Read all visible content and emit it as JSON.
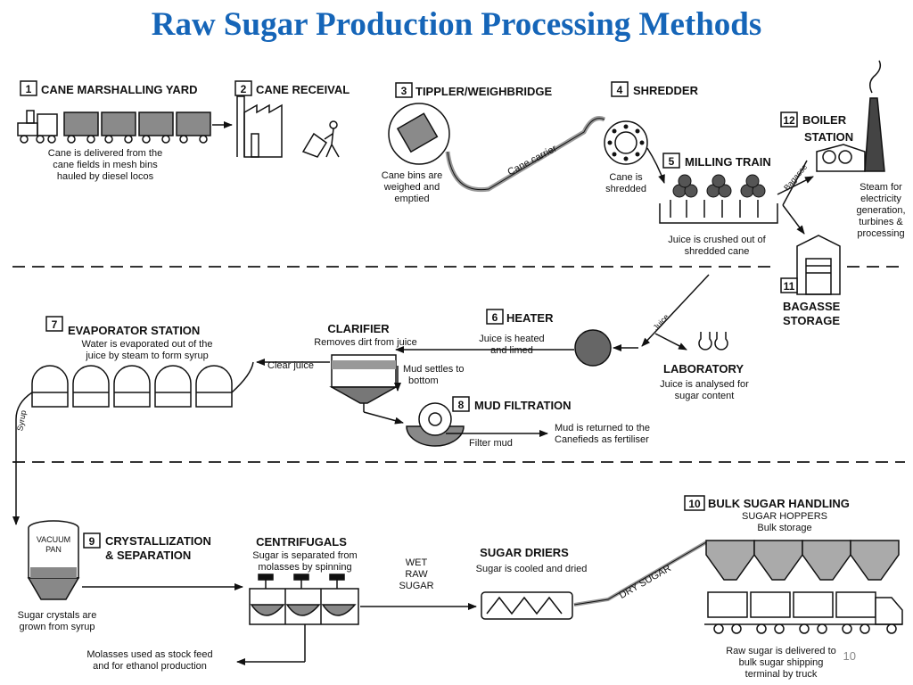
{
  "title": "Raw Sugar Production Processing Methods",
  "stages": {
    "s1": {
      "num": "1",
      "name": "CANE MARSHALLING YARD",
      "desc": [
        "Cane is delivered from the",
        "cane fields in mesh bins",
        "hauled by diesel locos"
      ]
    },
    "s2": {
      "num": "2",
      "name": "CANE RECEIVAL"
    },
    "s3": {
      "num": "3",
      "name": "TIPPLER/WEIGHBRIDGE",
      "desc": [
        "Cane bins are",
        "weighed and",
        "emptied"
      ]
    },
    "s4": {
      "num": "4",
      "name": "SHREDDER",
      "desc": [
        "Cane is",
        "shredded"
      ]
    },
    "s5": {
      "num": "5",
      "name": "MILLING TRAIN",
      "desc": [
        "Juice is crushed out of",
        "shredded cane"
      ]
    },
    "s6": {
      "num": "6",
      "name": "HEATER",
      "desc": [
        "Juice is heated",
        "and limed"
      ]
    },
    "s7": {
      "num": "7",
      "name": "EVAPORATOR STATION",
      "desc": [
        "Water is evaporated out of the",
        "juice by steam to form syrup"
      ]
    },
    "s8": {
      "num": "8",
      "name": "MUD FILTRATION"
    },
    "s9": {
      "num": "9",
      "name": [
        "CRYSTALLIZATION",
        "& SEPARATION"
      ]
    },
    "s10": {
      "num": "10",
      "name": "BULK SUGAR HANDLING",
      "sub": [
        "SUGAR HOPPERS",
        "Bulk storage"
      ]
    },
    "s11": {
      "num": "11",
      "name": [
        "BAGASSE",
        "STORAGE"
      ]
    },
    "s12": {
      "num": "12",
      "name": [
        "BOILER",
        "STATION"
      ],
      "desc": [
        "Steam for",
        "electricity",
        "generation,",
        "turbines &",
        "processing"
      ]
    }
  },
  "clarifier": {
    "name": "CLARIFIER",
    "desc": "Removes dirt from juice",
    "clear_juice": "Clear juice",
    "mud": [
      "Mud settles to",
      "bottom"
    ]
  },
  "laboratory": {
    "name": "LABORATORY",
    "desc": [
      "Juice is analysed for",
      "sugar content"
    ]
  },
  "mud_return": [
    "Mud is returned to the",
    "Canefieds as fertiliser"
  ],
  "filter_mud": "Filter mud",
  "cane_carrier": "Cane carrier",
  "bagasse": "Bagasse",
  "juice": "Juice",
  "syrup": "Syrup",
  "vacuum_pan": [
    "VACUUM",
    "PAN"
  ],
  "crystals": [
    "Sugar crystals are",
    "grown from syrup"
  ],
  "centrifugals": {
    "name": "CENTRIFUGALS",
    "desc": [
      "Sugar is separated from",
      "molasses by spinning"
    ]
  },
  "wet_raw_sugar": [
    "WET",
    "RAW",
    "SUGAR"
  ],
  "driers": {
    "name": "SUGAR DRIERS",
    "desc": "Sugar is cooled and dried"
  },
  "dry_sugar": "DRY SUGAR",
  "molasses": [
    "Molasses used as stock feed",
    "and for ethanol production"
  ],
  "truck": [
    "Raw sugar is delivered to",
    "bulk sugar shipping",
    "terminal by truck"
  ],
  "page_number": "10"
}
